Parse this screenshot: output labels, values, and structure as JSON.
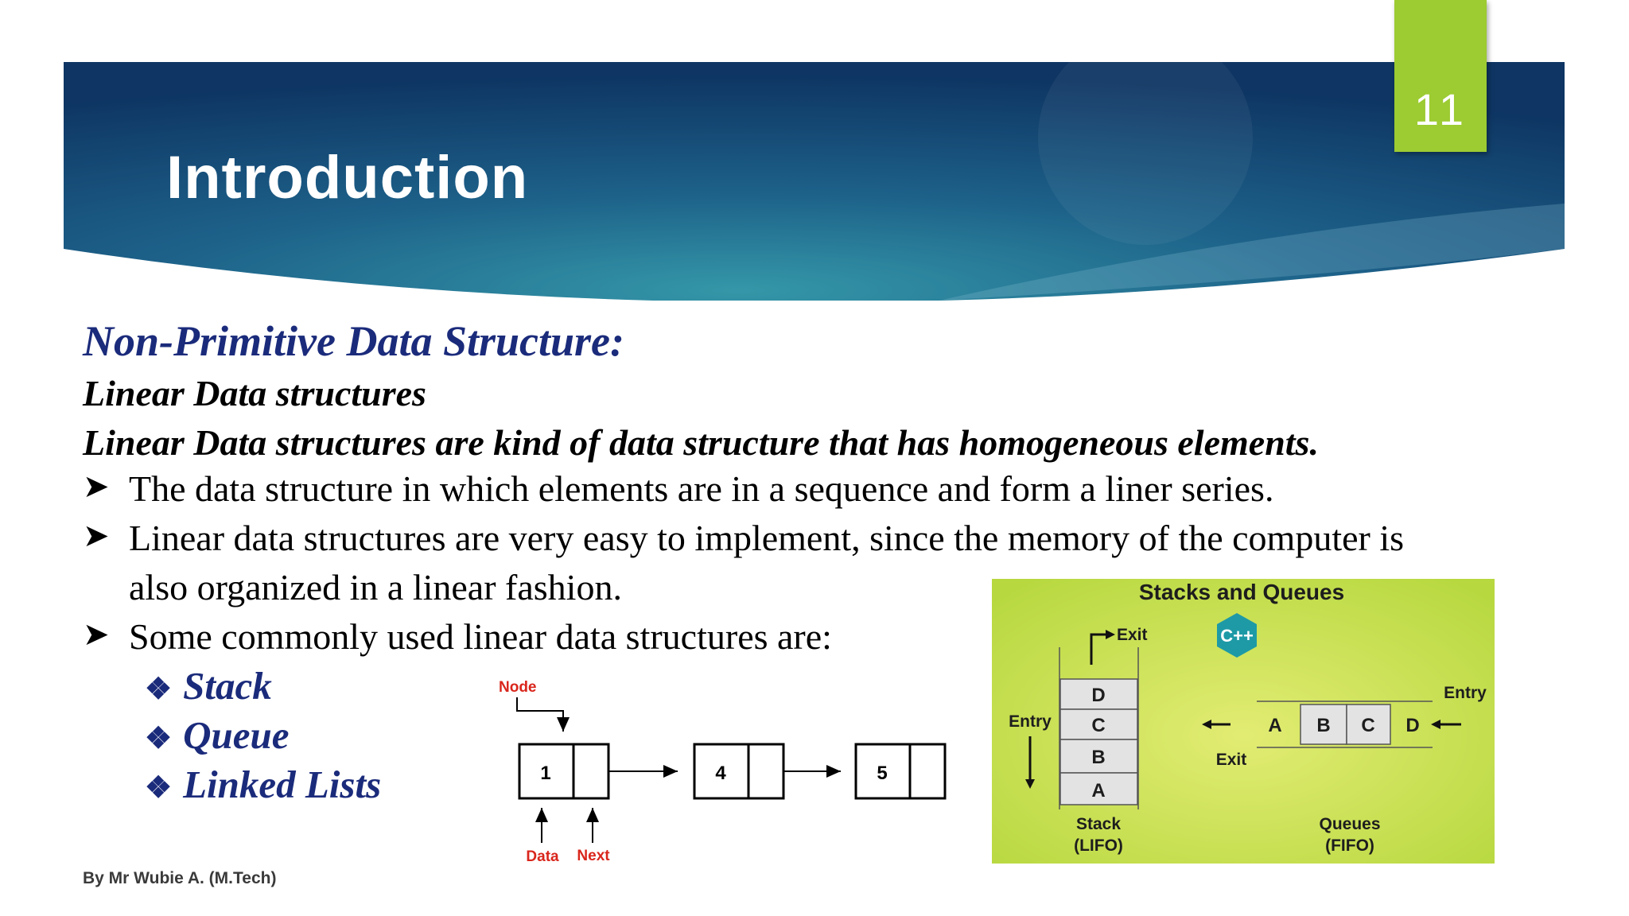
{
  "slide": {
    "page_number": "11",
    "title": "Introduction",
    "heading": "Non-Primitive Data Structure:",
    "subheading": "Linear Data structures",
    "description": "Linear Data structures are kind of data structure that has homogeneous elements.",
    "bullets": [
      "The data structure in which elements are in a sequence and form a liner series.",
      "Linear data structures are very easy to implement, since the memory of the computer is",
      "also organized in a linear fashion.",
      "Some commonly used linear data structures are:"
    ],
    "sub_items": [
      "Stack",
      "Queue",
      "Linked Lists"
    ],
    "footer": "By Mr Wubie A. (M.Tech)"
  },
  "linked_list": {
    "node_label": "Node",
    "nodes": [
      "1",
      "4",
      "5"
    ],
    "data_label": "Data",
    "next_label": "Next"
  },
  "stack_queue_image": {
    "title": "Stacks and Queues",
    "logo": "C++",
    "stack_exit": "Exit",
    "stack_entry": "Entry",
    "stack_items": [
      "D",
      "C",
      "B",
      "A"
    ],
    "stack_label_1": "Stack",
    "stack_label_2": "(LIFO)",
    "queue_entry": "Entry",
    "queue_exit": "Exit",
    "queue_items": [
      "A",
      "B",
      "C",
      "D"
    ],
    "queue_label_1": "Queues",
    "queue_label_2": "(FIFO)"
  },
  "colors": {
    "banner_dark": "#0e3a66",
    "banner_light": "#2d8ea5",
    "badge": "#9ccb32",
    "heading": "#1b2b7b",
    "node_label": "#d9261c",
    "image_bg": "#c9df57"
  }
}
